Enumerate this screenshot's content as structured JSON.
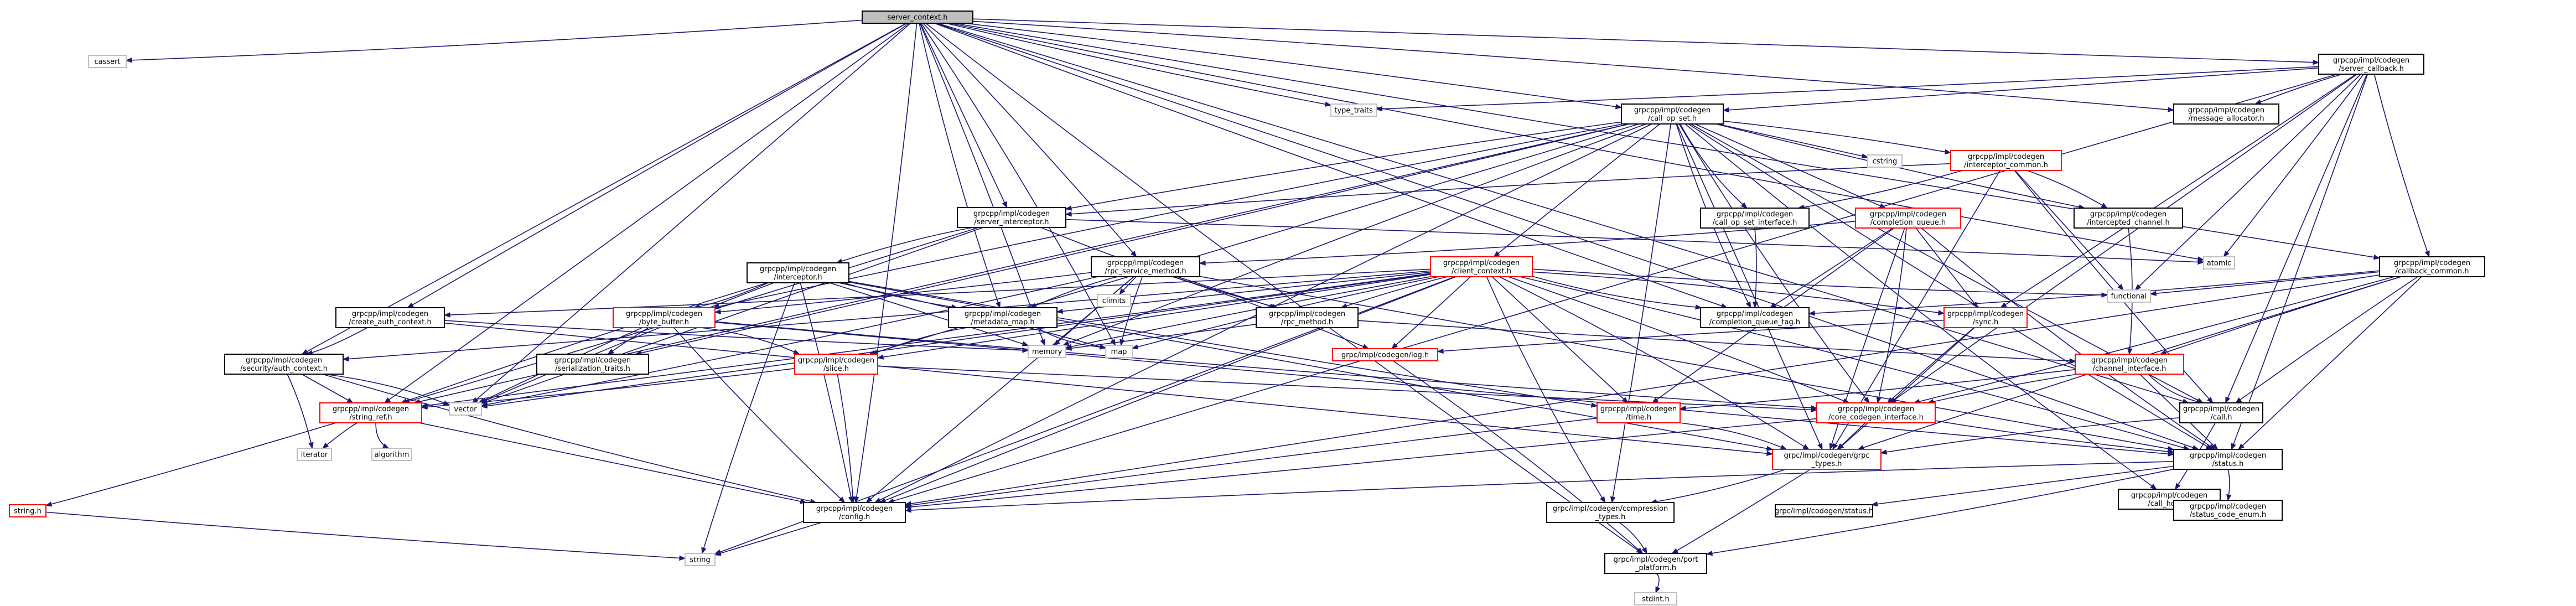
{
  "colors": {
    "edge": "#191970",
    "root_fill": "#bfbfbf",
    "node_border": "#000000",
    "incomplete_border": "#ff0000",
    "external_border": "#bfbfbf"
  },
  "nodes": [
    {
      "id": "n0",
      "label": [
        "server_context.h"
      ],
      "type": "root"
    },
    {
      "id": "cassert",
      "label": [
        "cassert"
      ],
      "type": "external"
    },
    {
      "id": "type_traits",
      "label": [
        "type_traits"
      ],
      "type": "external"
    },
    {
      "id": "server_callback",
      "label": [
        "grpcpp/impl/codegen",
        "/server_callback.h"
      ],
      "type": "normal"
    },
    {
      "id": "call_op_set",
      "label": [
        "grpcpp/impl/codegen",
        "/call_op_set.h"
      ],
      "type": "normal"
    },
    {
      "id": "message_allocator",
      "label": [
        "grpcpp/impl/codegen",
        "/message_allocator.h"
      ],
      "type": "normal"
    },
    {
      "id": "cstring",
      "label": [
        "cstring"
      ],
      "type": "external"
    },
    {
      "id": "interceptor_common",
      "label": [
        "grpcpp/impl/codegen",
        "/interceptor_common.h"
      ],
      "type": "incomplete"
    },
    {
      "id": "server_interceptor",
      "label": [
        "grpcpp/impl/codegen",
        "/server_interceptor.h"
      ],
      "type": "normal"
    },
    {
      "id": "call_op_set_interface",
      "label": [
        "grpcpp/impl/codegen",
        "/call_op_set_interface.h"
      ],
      "type": "normal"
    },
    {
      "id": "intercepted_channel",
      "label": [
        "grpcpp/impl/codegen",
        "/intercepted_channel.h"
      ],
      "type": "normal"
    },
    {
      "id": "completion_queue",
      "label": [
        "grpcpp/impl/codegen",
        "/completion_queue.h"
      ],
      "type": "incomplete"
    },
    {
      "id": "atomic",
      "label": [
        "atomic"
      ],
      "type": "external"
    },
    {
      "id": "callback_common",
      "label": [
        "grpcpp/impl/codegen",
        "/callback_common.h"
      ],
      "type": "normal"
    },
    {
      "id": "interceptor",
      "label": [
        "grpcpp/impl/codegen",
        "/interceptor.h"
      ],
      "type": "normal"
    },
    {
      "id": "rpc_service_method",
      "label": [
        "grpcpp/impl/codegen",
        "/rpc_service_method.h"
      ],
      "type": "normal"
    },
    {
      "id": "client_context",
      "label": [
        "grpcpp/impl/codegen",
        "/client_context.h"
      ],
      "type": "incomplete"
    },
    {
      "id": "functional",
      "label": [
        "functional"
      ],
      "type": "external"
    },
    {
      "id": "create_auth_context",
      "label": [
        "grpcpp/impl/codegen",
        "/create_auth_context.h"
      ],
      "type": "normal"
    },
    {
      "id": "byte_buffer",
      "label": [
        "grpcpp/impl/codegen",
        "/byte_buffer.h"
      ],
      "type": "incomplete"
    },
    {
      "id": "metadata_map",
      "label": [
        "grpcpp/impl/codegen",
        "/metadata_map.h"
      ],
      "type": "normal"
    },
    {
      "id": "climits",
      "label": [
        "climits"
      ],
      "type": "external"
    },
    {
      "id": "rpc_method",
      "label": [
        "grpcpp/impl/codegen",
        "/rpc_method.h"
      ],
      "type": "normal"
    },
    {
      "id": "completion_queue_tag",
      "label": [
        "grpcpp/impl/codegen",
        "/completion_queue_tag.h"
      ],
      "type": "normal"
    },
    {
      "id": "sync",
      "label": [
        "grpcpp/impl/codegen",
        "/sync.h"
      ],
      "type": "incomplete"
    },
    {
      "id": "security_auth_context",
      "label": [
        "grpcpp/impl/codegen",
        "/security/auth_context.h"
      ],
      "type": "normal"
    },
    {
      "id": "serialization_traits",
      "label": [
        "grpcpp/impl/codegen",
        "/serialization_traits.h"
      ],
      "type": "normal"
    },
    {
      "id": "slice",
      "label": [
        "grpcpp/impl/codegen",
        "/slice.h"
      ],
      "type": "incomplete"
    },
    {
      "id": "memory",
      "label": [
        "memory"
      ],
      "type": "external"
    },
    {
      "id": "map",
      "label": [
        "map"
      ],
      "type": "external"
    },
    {
      "id": "log",
      "label": [
        "grpc/impl/codegen/log.h"
      ],
      "type": "incomplete"
    },
    {
      "id": "channel_interface",
      "label": [
        "grpcpp/impl/codegen",
        "/channel_interface.h"
      ],
      "type": "incomplete"
    },
    {
      "id": "string_ref",
      "label": [
        "grpcpp/impl/codegen",
        "/string_ref.h"
      ],
      "type": "incomplete"
    },
    {
      "id": "vector",
      "label": [
        "vector"
      ],
      "type": "external"
    },
    {
      "id": "time",
      "label": [
        "grpcpp/impl/codegen",
        "/time.h"
      ],
      "type": "incomplete"
    },
    {
      "id": "core_codegen_interface",
      "label": [
        "grpcpp/impl/codegen",
        "/core_codegen_interface.h"
      ],
      "type": "incomplete"
    },
    {
      "id": "call",
      "label": [
        "grpcpp/impl/codegen",
        "/call.h"
      ],
      "type": "normal"
    },
    {
      "id": "iterator",
      "label": [
        "iterator"
      ],
      "type": "external"
    },
    {
      "id": "algorithm",
      "label": [
        "algorithm"
      ],
      "type": "external"
    },
    {
      "id": "grpc_types",
      "label": [
        "grpc/impl/codegen/grpc",
        "_types.h"
      ],
      "type": "incomplete"
    },
    {
      "id": "status",
      "label": [
        "grpcpp/impl/codegen",
        "/status.h"
      ],
      "type": "normal"
    },
    {
      "id": "call_hook",
      "label": [
        "grpcpp/impl/codegen",
        "/call_hook.h"
      ],
      "type": "normal"
    },
    {
      "id": "string_h",
      "label": [
        "string.h"
      ],
      "type": "incomplete"
    },
    {
      "id": "config",
      "label": [
        "grpcpp/impl/codegen",
        "/config.h"
      ],
      "type": "normal"
    },
    {
      "id": "compression_types",
      "label": [
        "grpc/impl/codegen/compression",
        "_types.h"
      ],
      "type": "normal"
    },
    {
      "id": "grpc_status",
      "label": [
        "grpc/impl/codegen/status.h"
      ],
      "type": "normal"
    },
    {
      "id": "status_code_enum",
      "label": [
        "grpcpp/impl/codegen",
        "/status_code_enum.h"
      ],
      "type": "normal"
    },
    {
      "id": "string",
      "label": [
        "string"
      ],
      "type": "external"
    },
    {
      "id": "port_platform",
      "label": [
        "grpc/impl/codegen/port",
        "_platform.h"
      ],
      "type": "normal"
    },
    {
      "id": "stdint",
      "label": [
        "stdint.h"
      ],
      "type": "external"
    }
  ],
  "edges": [
    [
      "n0",
      "cassert"
    ],
    [
      "n0",
      "type_traits"
    ],
    [
      "n0",
      "server_callback"
    ],
    [
      "n0",
      "call_op_set"
    ],
    [
      "n0",
      "message_allocator"
    ],
    [
      "n0",
      "atomic"
    ],
    [
      "n0",
      "callback_common"
    ],
    [
      "n0",
      "server_interceptor"
    ],
    [
      "n0",
      "rpc_service_method"
    ],
    [
      "n0",
      "create_auth_context"
    ],
    [
      "n0",
      "metadata_map"
    ],
    [
      "n0",
      "completion_queue_tag"
    ],
    [
      "n0",
      "security_auth_context"
    ],
    [
      "n0",
      "memory"
    ],
    [
      "n0",
      "map"
    ],
    [
      "n0",
      "string_ref"
    ],
    [
      "n0",
      "vector"
    ],
    [
      "n0",
      "call"
    ],
    [
      "n0",
      "status"
    ],
    [
      "n0",
      "config"
    ],
    [
      "n0",
      "port_platform"
    ],
    [
      "server_callback",
      "type_traits"
    ],
    [
      "server_callback",
      "call_op_set"
    ],
    [
      "server_callback",
      "message_allocator"
    ],
    [
      "server_callback",
      "atomic"
    ],
    [
      "server_callback",
      "functional"
    ],
    [
      "server_callback",
      "callback_common"
    ],
    [
      "server_callback",
      "call"
    ],
    [
      "server_callback",
      "status"
    ],
    [
      "server_callback",
      "config"
    ],
    [
      "server_callback",
      "sync"
    ],
    [
      "server_callback",
      "core_codegen_interface"
    ],
    [
      "call_op_set",
      "cstring"
    ],
    [
      "call_op_set",
      "interceptor_common"
    ],
    [
      "call_op_set",
      "server_interceptor"
    ],
    [
      "call_op_set",
      "call_op_set_interface"
    ],
    [
      "call_op_set",
      "intercepted_channel"
    ],
    [
      "call_op_set",
      "completion_queue"
    ],
    [
      "call_op_set",
      "client_context"
    ],
    [
      "call_op_set",
      "byte_buffer"
    ],
    [
      "call_op_set",
      "completion_queue_tag"
    ],
    [
      "call_op_set",
      "serialization_traits"
    ],
    [
      "call_op_set",
      "slice"
    ],
    [
      "call_op_set",
      "string_ref"
    ],
    [
      "call_op_set",
      "memory"
    ],
    [
      "call_op_set",
      "call_hook"
    ],
    [
      "call_op_set",
      "call"
    ],
    [
      "call_op_set",
      "grpc_types"
    ],
    [
      "call_op_set",
      "compression_types"
    ],
    [
      "call_op_set",
      "config"
    ],
    [
      "call_op_set",
      "core_codegen_interface"
    ],
    [
      "call_op_set",
      "status"
    ],
    [
      "interceptor_common",
      "functional"
    ],
    [
      "interceptor_common",
      "intercepted_channel"
    ],
    [
      "interceptor_common",
      "server_interceptor"
    ],
    [
      "interceptor_common",
      "call_op_set_interface"
    ],
    [
      "interceptor_common",
      "call"
    ],
    [
      "interceptor_common",
      "grpc_types"
    ],
    [
      "server_interceptor",
      "atomic"
    ],
    [
      "server_interceptor",
      "interceptor"
    ],
    [
      "server_interceptor",
      "rpc_method"
    ],
    [
      "server_interceptor",
      "string_ref"
    ],
    [
      "server_interceptor",
      "vector"
    ],
    [
      "call_op_set_interface",
      "completion_queue_tag"
    ],
    [
      "intercepted_channel",
      "channel_interface"
    ],
    [
      "completion_queue",
      "rpc_service_method"
    ],
    [
      "completion_queue",
      "completion_queue_tag"
    ],
    [
      "completion_queue",
      "sync"
    ],
    [
      "completion_queue",
      "time"
    ],
    [
      "completion_queue",
      "core_codegen_interface"
    ],
    [
      "completion_queue",
      "status"
    ],
    [
      "completion_queue",
      "grpc_types"
    ],
    [
      "callback_common",
      "functional"
    ],
    [
      "callback_common",
      "channel_interface"
    ],
    [
      "callback_common",
      "call"
    ],
    [
      "callback_common",
      "completion_queue_tag"
    ],
    [
      "callback_common",
      "core_codegen_interface"
    ],
    [
      "callback_common",
      "status"
    ],
    [
      "callback_common",
      "config"
    ],
    [
      "callback_common",
      "grpc_types"
    ],
    [
      "interceptor",
      "byte_buffer"
    ],
    [
      "interceptor",
      "metadata_map"
    ],
    [
      "interceptor",
      "memory"
    ],
    [
      "interceptor",
      "map"
    ],
    [
      "interceptor",
      "string_ref"
    ],
    [
      "interceptor",
      "string"
    ],
    [
      "interceptor",
      "time"
    ],
    [
      "interceptor",
      "grpc_types"
    ],
    [
      "interceptor",
      "config"
    ],
    [
      "interceptor",
      "vector"
    ],
    [
      "rpc_service_method",
      "climits"
    ],
    [
      "rpc_service_method",
      "byte_buffer"
    ],
    [
      "rpc_service_method",
      "rpc_method"
    ],
    [
      "rpc_service_method",
      "log"
    ],
    [
      "rpc_service_method",
      "memory"
    ],
    [
      "rpc_service_method",
      "vector"
    ],
    [
      "rpc_service_method",
      "map"
    ],
    [
      "rpc_service_method",
      "status"
    ],
    [
      "rpc_service_method",
      "config"
    ],
    [
      "rpc_service_method",
      "metadata_map"
    ],
    [
      "client_context",
      "functional"
    ],
    [
      "client_context",
      "create_auth_context"
    ],
    [
      "client_context",
      "metadata_map"
    ],
    [
      "client_context",
      "rpc_method"
    ],
    [
      "client_context",
      "sync"
    ],
    [
      "client_context",
      "completion_queue_tag"
    ],
    [
      "client_context",
      "security_auth_context"
    ],
    [
      "client_context",
      "slice"
    ],
    [
      "client_context",
      "memory"
    ],
    [
      "client_context",
      "map"
    ],
    [
      "client_context",
      "log"
    ],
    [
      "client_context",
      "string_ref"
    ],
    [
      "client_context",
      "time"
    ],
    [
      "client_context",
      "core_codegen_interface"
    ],
    [
      "client_context",
      "status"
    ],
    [
      "client_context",
      "compression_types"
    ],
    [
      "client_context",
      "string"
    ],
    [
      "client_context",
      "vector"
    ],
    [
      "client_context",
      "config"
    ],
    [
      "client_context",
      "grpc_types"
    ],
    [
      "create_auth_context",
      "security_auth_context"
    ],
    [
      "create_auth_context",
      "memory"
    ],
    [
      "create_auth_context",
      "grpc_types"
    ],
    [
      "byte_buffer",
      "serialization_traits"
    ],
    [
      "byte_buffer",
      "slice"
    ],
    [
      "byte_buffer",
      "core_codegen_interface"
    ],
    [
      "byte_buffer",
      "config"
    ],
    [
      "byte_buffer",
      "status"
    ],
    [
      "byte_buffer",
      "vector"
    ],
    [
      "metadata_map",
      "slice"
    ],
    [
      "metadata_map",
      "map"
    ],
    [
      "rpc_method",
      "channel_interface"
    ],
    [
      "rpc_method",
      "memory"
    ],
    [
      "sync",
      "log"
    ],
    [
      "sync",
      "core_codegen_interface"
    ],
    [
      "sync",
      "grpc_types"
    ],
    [
      "sync",
      "mutex_dummy"
    ],
    [
      "security_auth_context",
      "string_ref"
    ],
    [
      "security_auth_context",
      "iterator"
    ],
    [
      "security_auth_context",
      "vector"
    ],
    [
      "security_auth_context",
      "config"
    ],
    [
      "slice",
      "string_ref"
    ],
    [
      "slice",
      "core_codegen_interface"
    ],
    [
      "slice",
      "config"
    ],
    [
      "log",
      "port_platform"
    ],
    [
      "channel_interface",
      "call"
    ],
    [
      "channel_interface",
      "time"
    ],
    [
      "channel_interface",
      "status"
    ],
    [
      "channel_interface",
      "core_codegen_interface"
    ],
    [
      "string_ref",
      "iterator"
    ],
    [
      "string_ref",
      "algorithm"
    ],
    [
      "string_ref",
      "string_h"
    ],
    [
      "string_ref",
      "config"
    ],
    [
      "time",
      "config"
    ],
    [
      "time",
      "grpc_types"
    ],
    [
      "core_codegen_interface",
      "grpc_types"
    ],
    [
      "core_codegen_interface",
      "status"
    ],
    [
      "core_codegen_interface",
      "config"
    ],
    [
      "call",
      "call_hook"
    ],
    [
      "call",
      "grpc_types"
    ],
    [
      "grpc_types",
      "compression_types"
    ],
    [
      "grpc_types",
      "port_platform"
    ],
    [
      "status",
      "grpc_status"
    ],
    [
      "status",
      "status_code_enum"
    ],
    [
      "status",
      "config"
    ],
    [
      "status",
      "port_platform"
    ],
    [
      "string_h",
      "string"
    ],
    [
      "config",
      "string"
    ],
    [
      "compression_types",
      "port_platform"
    ],
    [
      "port_platform",
      "stdint"
    ]
  ]
}
